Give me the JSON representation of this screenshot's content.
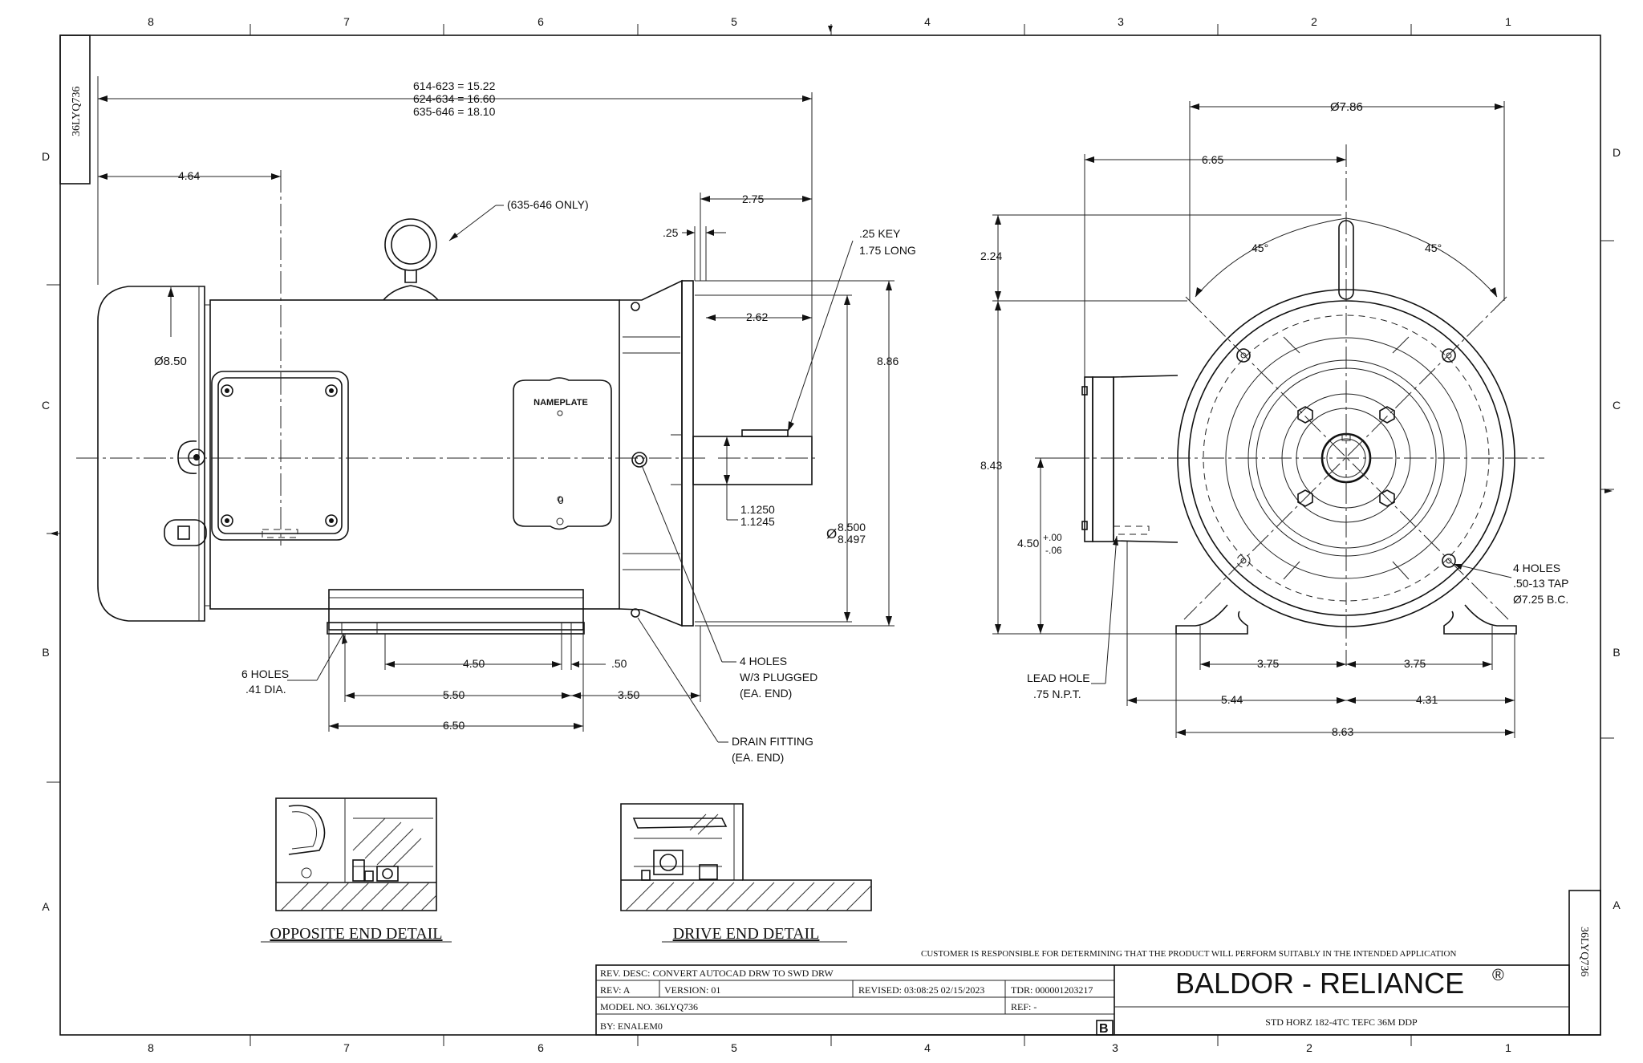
{
  "border": {
    "top_zones": [
      "8",
      "7",
      "6",
      "5",
      "4",
      "3",
      "2",
      "1"
    ],
    "bottom_zones": [
      "8",
      "7",
      "6",
      "5",
      "4",
      "3",
      "2",
      "1"
    ],
    "side_zones": [
      "D",
      "C",
      "B",
      "A"
    ],
    "corner_id_top_left": "36LYQ736",
    "corner_id_bottom_right": "36LYQ736"
  },
  "side_view": {
    "overall_length": [
      "614-623 = 15.22",
      "624-634 = 16.60",
      "635-646 = 18.10"
    ],
    "dim_464": "4.64",
    "eyebolt_note": "(635-646 ONLY)",
    "dim_275": "2.75",
    "dim_025": ".25",
    "key_note": [
      ".25 KEY",
      "1.75 LONG"
    ],
    "dim_262": "2.62",
    "dia_850": "Ø8.50",
    "dim_886": "8.86",
    "nameplate": "NAMEPLATE",
    "shaft_dia": [
      "1.1250",
      "1.1245"
    ],
    "pilot_dia_symbol": "Ø",
    "pilot_dia": [
      "8.500",
      "8.497"
    ],
    "feet_holes": [
      "6 HOLES",
      ".41 DIA."
    ],
    "dim_450": "4.50",
    "dim_050": ".50",
    "dim_550": "5.50",
    "dim_350": "3.50",
    "dim_650": "6.50",
    "plug_holes": [
      "4 HOLES",
      "W/3 PLUGGED",
      "(EA. END)"
    ],
    "drain": [
      "DRAIN FITTING",
      "(EA. END)"
    ]
  },
  "end_view": {
    "dia_786": "Ø7.86",
    "dim_665": "6.65",
    "angle_left": "45°",
    "angle_right": "45°",
    "dim_224": "2.24",
    "dim_843": "8.43",
    "shaft_height": "4.50",
    "shaft_tol_plus": "+.00",
    "shaft_tol_minus": "-.06",
    "tap_holes": [
      "4 HOLES",
      ".50-13 TAP",
      "Ø7.25 B.C."
    ],
    "lead_hole": [
      "LEAD HOLE",
      ".75 N.P.T."
    ],
    "dim_375_left": "3.75",
    "dim_375_right": "3.75",
    "dim_544": "5.44",
    "dim_431": "4.31",
    "dim_863": "8.63"
  },
  "details": {
    "opposite_end": "OPPOSITE  END  DETAIL",
    "drive_end": "DRIVE  END  DETAIL"
  },
  "title_block": {
    "disclaimer": "CUSTOMER IS RESPONSIBLE FOR DETERMINING THAT THE PRODUCT WILL PERFORM SUITABLY IN THE INTENDED APPLICATION",
    "rev_desc": "REV. DESC: CONVERT AUTOCAD DRW TO SWD DRW",
    "rev": "REV:  A",
    "version": "VERSION:  01",
    "revised": "REVISED:  03:08:25 02/15/2023",
    "tdr": "TDR:  000001203217",
    "model": "MODEL NO.  36LYQ736",
    "ref": "REF:  -",
    "by": "BY: ENALEM0",
    "size_letter": "B",
    "company": "BALDOR - RELIANCE",
    "registered": "®",
    "description": "STD HORZ 182-4TC TEFC 36M DDP"
  }
}
